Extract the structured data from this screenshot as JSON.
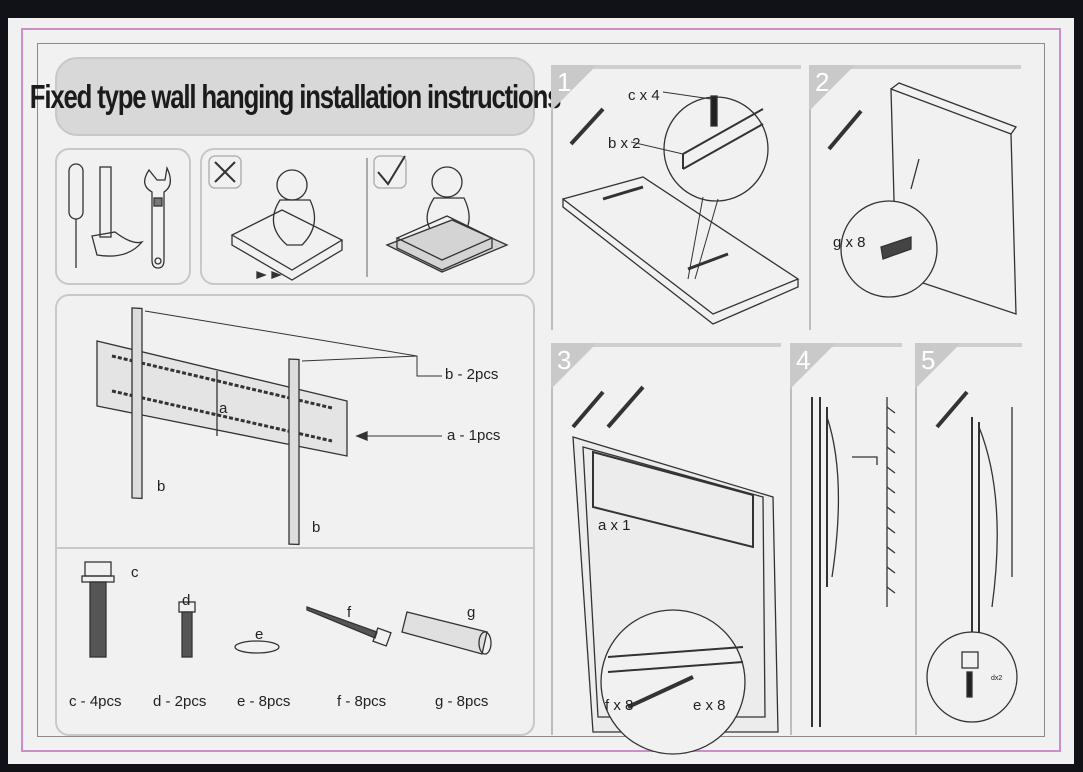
{
  "title": "Fixed type wall hanging installation instructions",
  "parts": {
    "b_label": "b - 2pcs",
    "a_label": "a - 1pcs",
    "a_mark": "a",
    "b_mark": "b"
  },
  "hardware": [
    {
      "mark": "c",
      "label": "c - 4pcs"
    },
    {
      "mark": "d",
      "label": "d - 2pcs"
    },
    {
      "mark": "e",
      "label": "e - 8pcs"
    },
    {
      "mark": "f",
      "label": "f - 8pcs"
    },
    {
      "mark": "g",
      "label": "g - 8pcs"
    }
  ],
  "steps": [
    {
      "number": "1",
      "callouts": [
        "c x 4",
        "b x 2"
      ]
    },
    {
      "number": "2",
      "callouts": [
        "g x 8"
      ]
    },
    {
      "number": "3",
      "callouts": [
        "a x 1",
        "f x 8",
        "e x 8"
      ]
    },
    {
      "number": "4",
      "callouts": []
    },
    {
      "number": "5",
      "callouts": [
        "dx2"
      ]
    }
  ]
}
